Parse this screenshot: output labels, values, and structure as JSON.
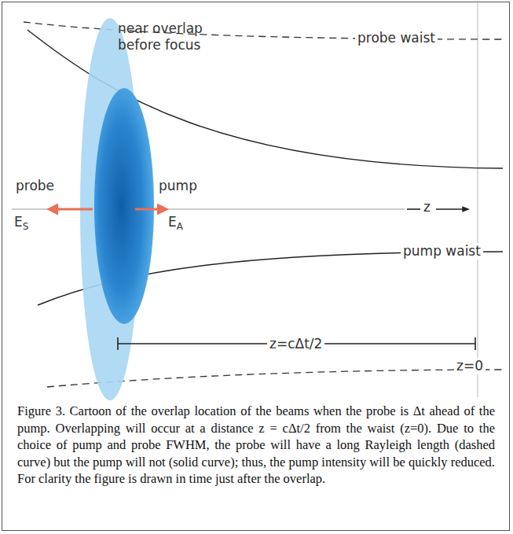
{
  "diagram": {
    "caption": "Figure 3. Cartoon of the overlap location of the beams when the probe is Δt ahead of the pump. Overlapping will occur at a distance z = cΔt/2 from the waist (z=0). Due to the choice of pump and probe FWHM, the probe will have a long Rayleigh length (dashed curve) but the pump will not (solid curve); thus, the pump intensity will be quickly reduced. For clarity the figure is drawn in time just after the overlap.",
    "labels": [
      "near overlap before focus",
      "probe waist",
      "probe",
      "pump",
      "ES",
      "EA",
      "z",
      "pump waist",
      "z=0",
      "z=cΔt/2"
    ]
  }
}
